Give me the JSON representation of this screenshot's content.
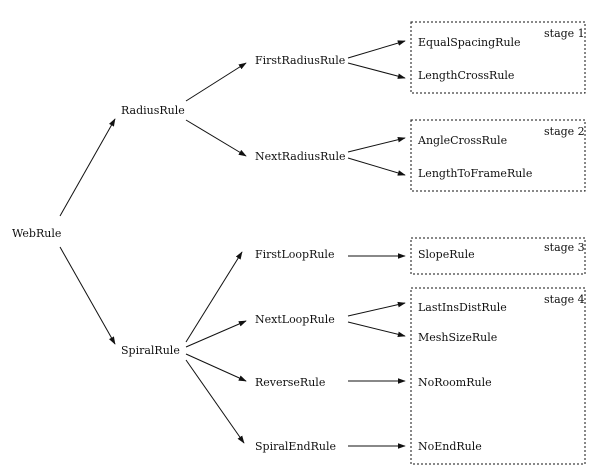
{
  "diagram": {
    "nodes": {
      "web": "WebRule",
      "radius": "RadiusRule",
      "spiral": "SpiralRule",
      "first_radius": "FirstRadiusRule",
      "next_radius": "NextRadiusRule",
      "first_loop": "FirstLoopRule",
      "next_loop": "NextLoopRule",
      "reverse": "ReverseRule",
      "spiral_end": "SpiralEndRule",
      "equal_spacing": "EqualSpacingRule",
      "length_cross": "LengthCrossRule",
      "angle_cross": "AngleCrossRule",
      "length_to_frame": "LengthToFrameRule",
      "slope": "SlopeRule",
      "last_ins_dist": "LastInsDistRule",
      "mesh_size": "MeshSizeRule",
      "no_room": "NoRoomRule",
      "no_end": "NoEndRule"
    },
    "stages": {
      "s1": "stage 1",
      "s2": "stage 2",
      "s3": "stage 3",
      "s4": "stage 4"
    }
  }
}
